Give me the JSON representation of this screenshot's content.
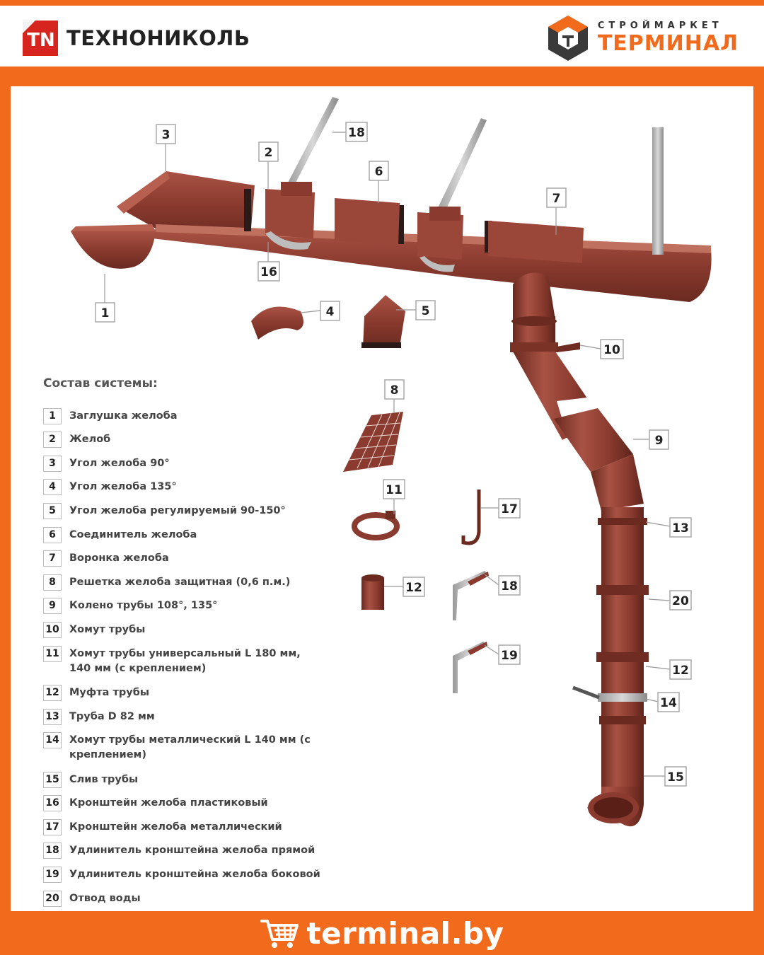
{
  "header": {
    "left_brand": "ТЕХНОНИКОЛЬ",
    "right_brand_tag": "СТРОЙМАРКЕТ",
    "right_brand_name": "ТЕРМИНАЛ"
  },
  "legend": {
    "title": "Состав системы:",
    "items": [
      {
        "num": "1",
        "text": "Заглушка желоба"
      },
      {
        "num": "2",
        "text": "Желоб"
      },
      {
        "num": "3",
        "text": "Угол желоба 90°"
      },
      {
        "num": "4",
        "text": "Угол желоба 135°"
      },
      {
        "num": "5",
        "text": "Угол желоба регулируемый 90-150°"
      },
      {
        "num": "6",
        "text": "Соединитель желоба"
      },
      {
        "num": "7",
        "text": "Воронка желоба"
      },
      {
        "num": "8",
        "text": "Решетка желоба защитная (0,6 п.м.)"
      },
      {
        "num": "9",
        "text": "Колено трубы 108°, 135°"
      },
      {
        "num": "10",
        "text": "Хомут трубы"
      },
      {
        "num": "11",
        "text": "Хомут трубы универсальный L 180 мм, 140 мм (с креплением)"
      },
      {
        "num": "12",
        "text": "Муфта трубы"
      },
      {
        "num": "13",
        "text": "Труба D 82 мм"
      },
      {
        "num": "14",
        "text": "Хомут трубы металлический L 140 мм (с креплением)"
      },
      {
        "num": "15",
        "text": "Слив трубы"
      },
      {
        "num": "16",
        "text": "Кронштейн желоба пластиковый"
      },
      {
        "num": "17",
        "text": "Кронштейн желоба металлический"
      },
      {
        "num": "18",
        "text": "Удлинитель кронштейна желоба прямой"
      },
      {
        "num": "19",
        "text": "Удлинитель кронштейна желоба боковой"
      },
      {
        "num": "20",
        "text": "Отвод воды"
      }
    ]
  },
  "diagram_labels": [
    "3",
    "18",
    "2",
    "6",
    "7",
    "16",
    "1",
    "4",
    "5",
    "10",
    "8",
    "9",
    "11",
    "17",
    "13",
    "12",
    "18",
    "20",
    "19",
    "12",
    "14",
    "15"
  ],
  "colors": {
    "brand_orange": "#f26b1d",
    "product_brown": "#8a3a2e",
    "logo_red": "#d6251f"
  },
  "footer": {
    "site": "terminal.by",
    "icon": "cart-icon"
  }
}
